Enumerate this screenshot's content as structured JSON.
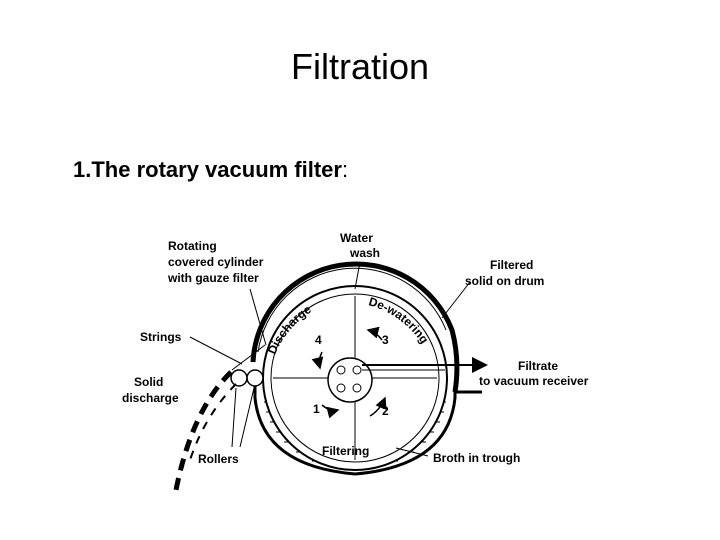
{
  "title": "Filtration",
  "subtitle": "1.The rotary vacuum filter",
  "subtitle_colon": ":",
  "diagram": {
    "labels": {
      "rotating_1": "Rotating",
      "rotating_2": "covered cylinder",
      "rotating_3": "with gauze filter",
      "water_1": "Water",
      "water_2": "wash",
      "filtered_1": "Filtered",
      "filtered_2": "solid on drum",
      "strings": "Strings",
      "solid_1": "Solid",
      "solid_2": "discharge",
      "filtrate_1": "Filtrate",
      "filtrate_2": "to vacuum receiver",
      "rollers": "Rollers",
      "broth": "Broth in trough",
      "zone_discharge": "Discharge",
      "zone_dewatering": "De-watering",
      "zone_filtering": "Filtering",
      "num_1": "1",
      "num_2": "2",
      "num_3": "3",
      "num_4": "4"
    }
  }
}
